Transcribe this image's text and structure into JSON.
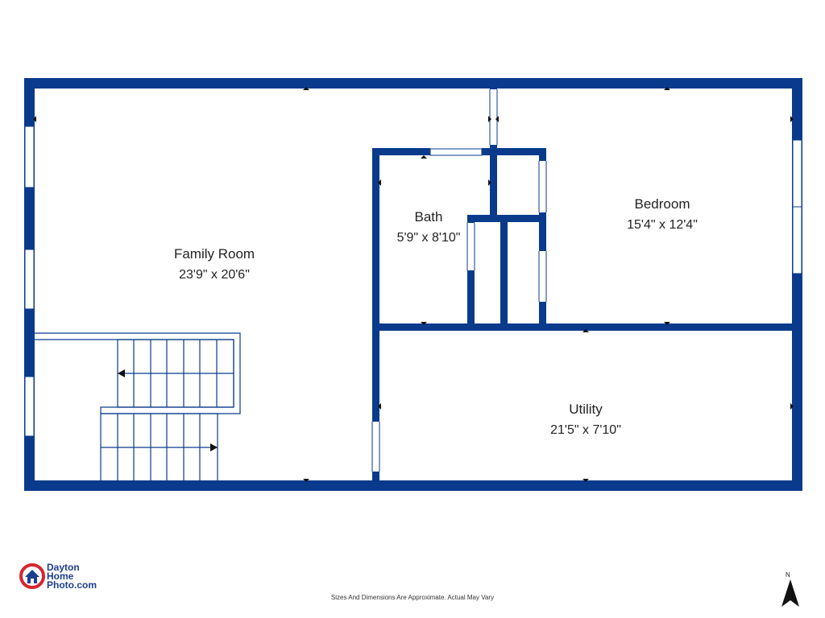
{
  "rooms": [
    {
      "name": "Family Room",
      "dimensions": "23'9\" x 20'6\""
    },
    {
      "name": "Bath",
      "dimensions": "5'9\" x 8'10\""
    },
    {
      "name": "Bedroom",
      "dimensions": "15'4\" x 12'4\""
    },
    {
      "name": "Utility",
      "dimensions": "21'5\" x 7'10\""
    }
  ],
  "logo": {
    "line1": "Dayton",
    "line2": "Home",
    "line3": "Photo.com"
  },
  "disclaimer": "Sizes And Dimensions Are Approximate. Actual May Vary",
  "compass": {
    "label": "N"
  },
  "colors": {
    "wall": "#0a3a8c",
    "logo_red": "#d7262e",
    "logo_blue": "#1c3f8f",
    "text": "#222222"
  }
}
